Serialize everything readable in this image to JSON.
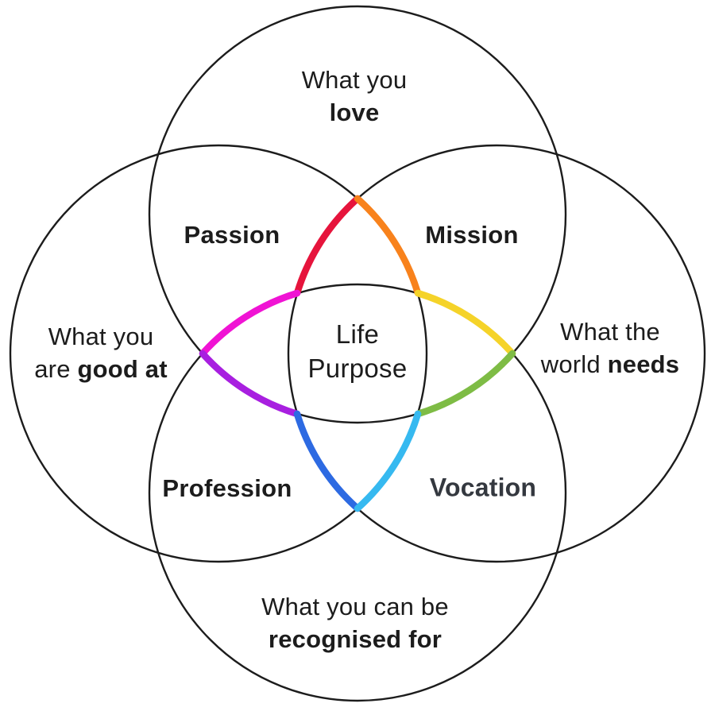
{
  "diagram": {
    "center": {
      "line1": "Life",
      "line2": "Purpose"
    },
    "outer_labels": {
      "top": {
        "line1": "What you",
        "line2_regular": "",
        "line2_bold": "love"
      },
      "left": {
        "line1": "What you",
        "line2_regular": "are ",
        "line2_bold": "good at"
      },
      "right": {
        "line1": "What the",
        "line2_regular": "world ",
        "line2_bold": "needs"
      },
      "bottom": {
        "line1": "What you can be",
        "line2_regular": "",
        "line2_bold": "recognised for"
      }
    },
    "intersection_labels": {
      "passion": "Passion",
      "mission": "Mission",
      "profession": "Profession",
      "vocation": "Vocation"
    },
    "colors": {
      "outline": "#1c1c1c",
      "text": "#1c1c1c",
      "vocation_text": "#34383f",
      "red": "#e6143c",
      "orange": "#f8821c",
      "magenta": "#f013d4",
      "yellow": "#f5d329",
      "green": "#7ebc45",
      "purple": "#a81fe0",
      "blue": "#2d6ae2",
      "cyan": "#36b9f0"
    }
  }
}
